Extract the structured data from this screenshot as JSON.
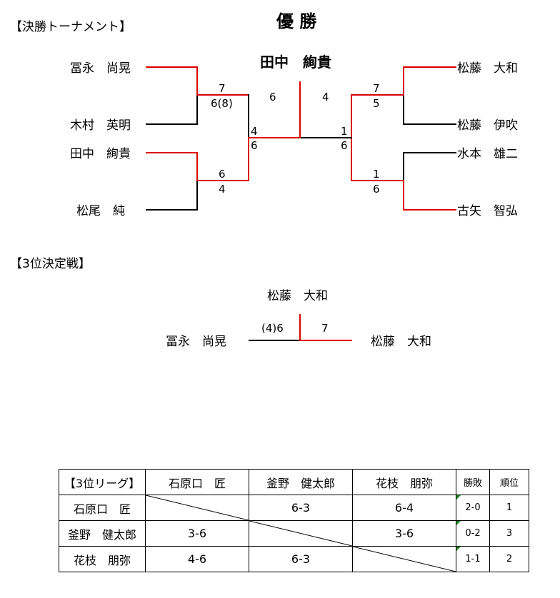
{
  "headings": {
    "tournament": "【決勝トーナメント】",
    "third_place_match": "【3位決定戦】",
    "champion_title": "優 勝",
    "champion_name": "田中　絢貴"
  },
  "bracket": {
    "left": [
      "冨永　尚晃",
      "木村　英明",
      "田中　絢貴",
      "松尾　純"
    ],
    "right": [
      "松藤　大和",
      "松藤　伊吹",
      "水本　雄二",
      "古矢　智弘"
    ],
    "scores": {
      "l_semi1_top": "7",
      "l_semi1_bot": "6(8)",
      "l_semi2_top": "6",
      "l_semi2_bot": "4",
      "l_final_top": "4",
      "l_final_bot": "6",
      "r_semi1_top": "7",
      "r_semi1_bot": "5",
      "r_semi2_top": "1",
      "r_semi2_bot": "6",
      "r_final_top": "1",
      "r_final_bot": "6",
      "final_left": "6",
      "final_right": "4"
    }
  },
  "third_place": {
    "winner": "松藤　大和",
    "left_player": "冨永　尚晃",
    "right_player": "松藤　大和",
    "left_score": "(4)6",
    "right_score": "7"
  },
  "league": {
    "header": [
      "【3位リーグ】",
      "石原口　匠",
      "釜野　健太郎",
      "花枝　朋弥",
      "勝敗",
      "順位"
    ],
    "rows": [
      {
        "name": "石原口　匠",
        "cells": [
          "",
          "6-3",
          "6-4"
        ],
        "record": "2-0",
        "rank": "1"
      },
      {
        "name": "釜野　健太郎",
        "cells": [
          "3-6",
          "",
          "3-6"
        ],
        "record": "0-2",
        "rank": "3"
      },
      {
        "name": "花枝　朋弥",
        "cells": [
          "4-6",
          "6-3",
          ""
        ],
        "record": "1-1",
        "rank": "2"
      }
    ]
  },
  "colors": {
    "winner_line": "#dd0000",
    "loser_line": "#000000",
    "flag": "#1a8a1a"
  }
}
